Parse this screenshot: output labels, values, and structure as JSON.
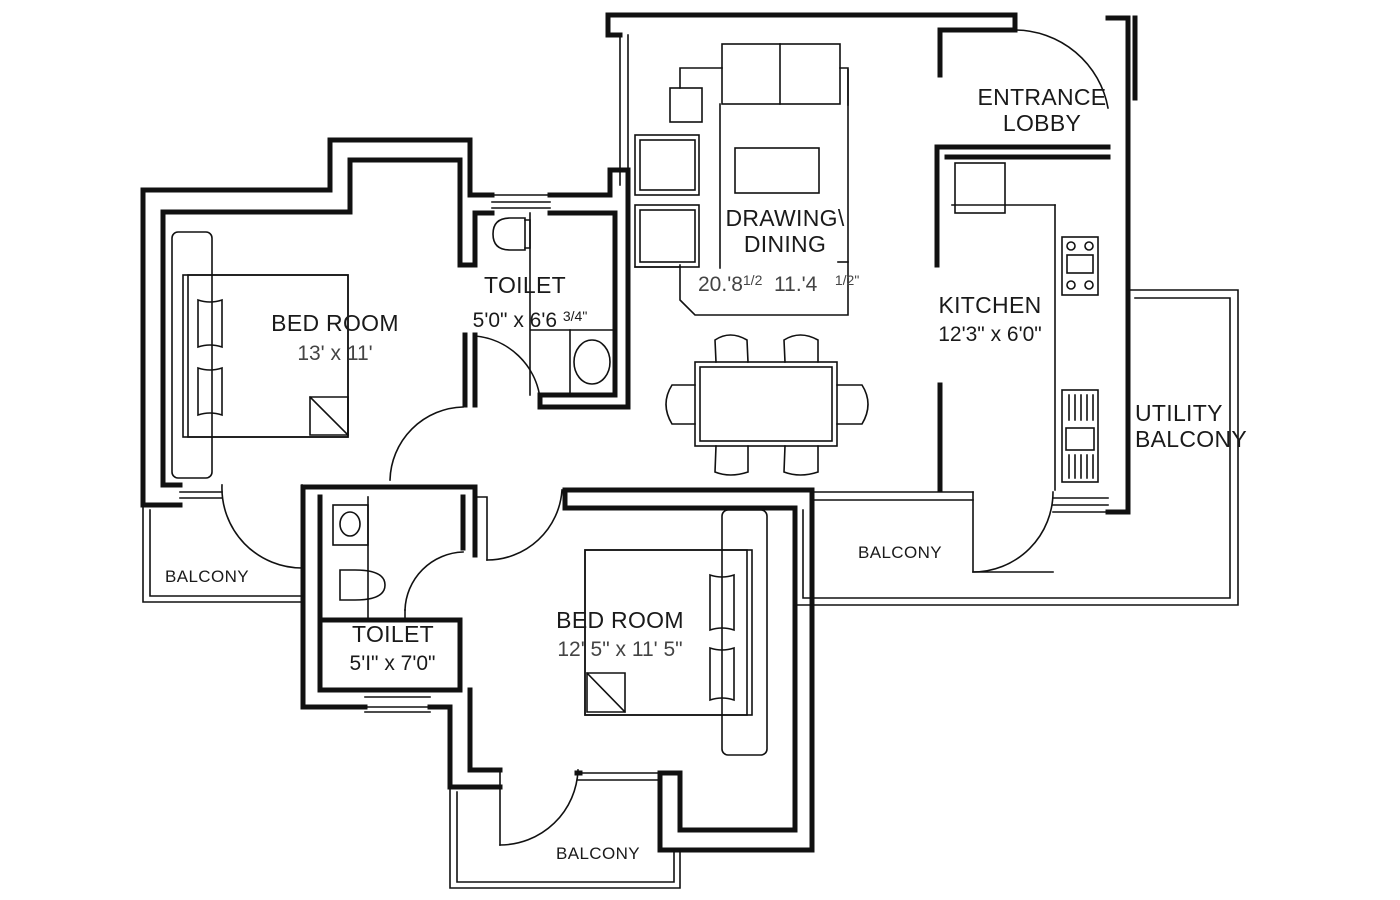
{
  "rooms": {
    "entrance": {
      "line1": "ENTRANCE",
      "line2": "LOBBY"
    },
    "drawing": {
      "line1": "DRAWING\\",
      "line2": "DINING",
      "dim_a": "20.'8",
      "frac_a": "1/2",
      "dim_b": "11.'4",
      "frac_b": "1/2\""
    },
    "kitchen": {
      "name": "KITCHEN",
      "dim": "12'3\" x 6'0\""
    },
    "toilet1": {
      "name": "TOILET",
      "dim": "5'0\" x 6'6",
      "frac": "3/4\""
    },
    "bedroom1": {
      "name": "BED ROOM",
      "dim": "13' x 11'"
    },
    "utility": {
      "line1": "UTILITY",
      "line2": "BALCONY"
    },
    "balcony_right": {
      "name": "BALCONY"
    },
    "balcony_left": {
      "name": "BALCONY"
    },
    "toilet2": {
      "name": "TOILET",
      "dim": "5'I\" x 7'0\""
    },
    "bedroom2": {
      "name": "BED ROOM",
      "dim": "12' 5\" x 11' 5\""
    },
    "balcony_bottom": {
      "name": "BALCONY"
    }
  }
}
